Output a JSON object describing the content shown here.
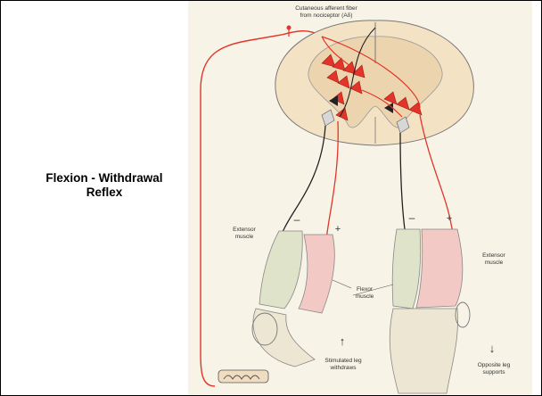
{
  "slide": {
    "title_line1": "Flexion - Withdrawal",
    "title_line2": "Reflex"
  },
  "figure": {
    "fiber_label_line1": "Cutaneous afferent fiber",
    "fiber_label_line2": "from nociceptor (Aδ)",
    "left_extensor_line1": "Extensor",
    "left_extensor_line2": "muscle",
    "right_extensor_line1": "Extensor",
    "right_extensor_line2": "muscle",
    "flexor_line1": "Flexor",
    "flexor_line2": "muscle",
    "sign_minus_left": "–",
    "sign_plus_left": "+",
    "sign_minus_right": "–",
    "sign_plus_right": "+",
    "stimulated_line1": "Stimulated leg",
    "stimulated_line2": "withdraws",
    "opposite_line1": "Opposite leg",
    "opposite_line2": "supports",
    "up_arrow": "↑",
    "down_arrow": "↓"
  },
  "colors": {
    "nerve_red": "#e3342a",
    "nerve_black": "#222222",
    "cord_fill": "#f4e2c4",
    "extensor_fill": "#dfe3c9",
    "flexor_fill": "#f2c9c4"
  }
}
